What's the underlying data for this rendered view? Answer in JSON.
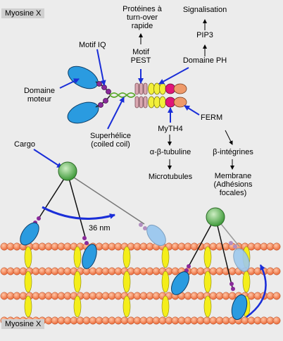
{
  "tags": {
    "top": "Myosine X",
    "bottom": "Myosine X"
  },
  "labels": {
    "motif_iq": "Motif IQ",
    "domaine_moteur_1": "Domaine",
    "domaine_moteur_2": "moteur",
    "proteines_1": "Protéines à",
    "proteines_2": "turn-over",
    "proteines_3": "rapide",
    "motif_pest_1": "Motif",
    "motif_pest_2": "PEST",
    "signalisation": "Signalisation",
    "pip3": "PIP3",
    "domaine_ph": "Domaine PH",
    "superhelice_1": "Superhélice",
    "superhelice_2": "(coiled coil)",
    "myth4": "MyTH4",
    "ferm": "FERM",
    "alpha_beta_tubuline": "α-β-tubuline",
    "beta_integrines": "β-intégrines",
    "microtubules": "Microtubules",
    "membrane_1": "Membrane",
    "membrane_2": "(Adhésions",
    "membrane_3": "focales)",
    "cargo": "Cargo",
    "step_size": "36 nm"
  },
  "colors": {
    "background": "#ececec",
    "motor_head": "#2a9be0",
    "iq_motif": "#8a2a9a",
    "coiled_coil": "#5aa82a",
    "pest": "#d9a7b0",
    "ph_domain": "#f2ef3a",
    "myth4": "#e0157a",
    "ferm": "#ef9a6a",
    "cargo": "#5aaa4a",
    "actin_bead": "#f07a4a",
    "tropomyosin": "#f4ee1a",
    "arrow_blue": "#1a2ed8"
  }
}
